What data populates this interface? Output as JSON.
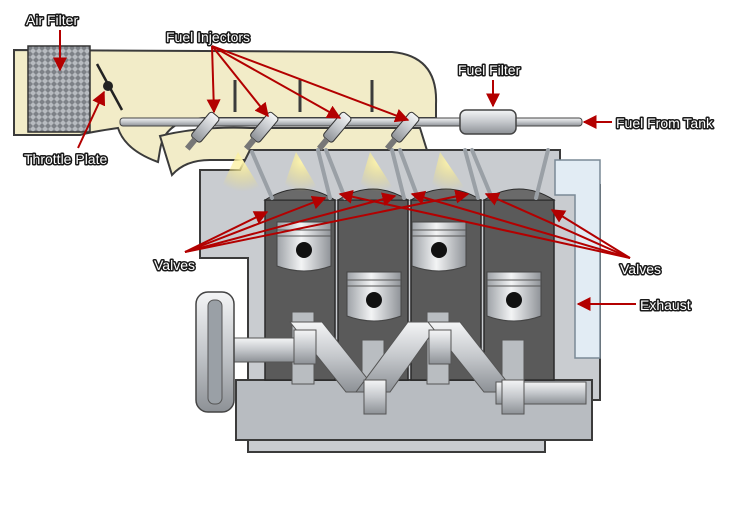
{
  "labels": {
    "air_filter": "Air Filter",
    "fuel_injectors": "Fuel Injectors",
    "fuel_filter": "Fuel Filter",
    "fuel_from_tank": "Fuel From Tank",
    "throttle_plate": "Throttle Plate",
    "valves_left": "Valves",
    "valves_right": "Valves",
    "exhaust": "Exhaust"
  },
  "colors": {
    "arrow": "#b30000",
    "intake": "#f2ecc8",
    "block": "#c9ccd0",
    "cylinder": "#5a5a5a",
    "exhaust_manifold": "#e2ecf4",
    "metal": "#d7d9dc",
    "fuel_spray": "#f4e27a"
  }
}
